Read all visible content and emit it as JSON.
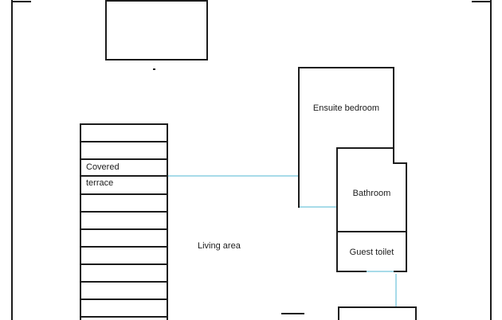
{
  "plan": {
    "labels": {
      "ensuite_bedroom": "Ensuite bedroom",
      "bathroom": "Bathroom",
      "guest_toilet": "Guest toilet",
      "covered_terrace_line1": "Covered",
      "covered_terrace_line2": "terrace",
      "living_area": "Living area"
    },
    "colors": {
      "wall": "#1c1c1c",
      "door": "#a7dbe9",
      "background": "#ffffff",
      "text": "#1c1c1c"
    }
  }
}
